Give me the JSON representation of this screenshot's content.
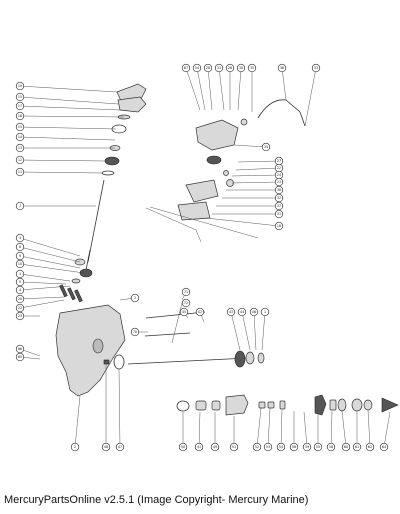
{
  "footer": {
    "text": "MercuryPartsOnline v2.5.1 (Image Copyright- Mercury Marine)"
  },
  "callouts": [
    {
      "n": "19"
    },
    {
      "n": "15"
    },
    {
      "n": "17"
    },
    {
      "n": "16"
    },
    {
      "n": "15"
    },
    {
      "n": "14"
    },
    {
      "n": "13"
    },
    {
      "n": "12"
    },
    {
      "n": "11"
    },
    {
      "n": "7"
    },
    {
      "n": "3"
    },
    {
      "n": "8"
    },
    {
      "n": "9"
    },
    {
      "n": "10"
    },
    {
      "n": "1"
    },
    {
      "n": "5"
    },
    {
      "n": "4"
    },
    {
      "n": "20"
    },
    {
      "n": "22"
    },
    {
      "n": "23"
    },
    {
      "n": "66"
    },
    {
      "n": "65"
    },
    {
      "n": "67"
    },
    {
      "n": "54"
    },
    {
      "n": "28"
    },
    {
      "n": "31"
    },
    {
      "n": "26"
    },
    {
      "n": "30"
    },
    {
      "n": "35"
    },
    {
      "n": "36"
    },
    {
      "n": "33"
    },
    {
      "n": "34"
    },
    {
      "n": "27"
    },
    {
      "n": "22"
    },
    {
      "n": "24"
    },
    {
      "n": "23"
    },
    {
      "n": "38"
    },
    {
      "n": "32"
    },
    {
      "n": "37"
    },
    {
      "n": "31"
    },
    {
      "n": "18"
    },
    {
      "n": "2"
    },
    {
      "n": "71"
    },
    {
      "n": "72"
    },
    {
      "n": "70"
    },
    {
      "n": "45"
    },
    {
      "n": "42"
    },
    {
      "n": "43"
    },
    {
      "n": "44"
    },
    {
      "n": "46"
    },
    {
      "n": "1"
    },
    {
      "n": "2"
    },
    {
      "n": "48"
    },
    {
      "n": "47"
    },
    {
      "n": "50"
    },
    {
      "n": "41"
    },
    {
      "n": "49"
    },
    {
      "n": "51"
    },
    {
      "n": "52"
    },
    {
      "n": "53"
    },
    {
      "n": "54"
    },
    {
      "n": "56"
    },
    {
      "n": "59"
    },
    {
      "n": "55"
    },
    {
      "n": "58"
    },
    {
      "n": "60"
    },
    {
      "n": "61"
    },
    {
      "n": "62"
    },
    {
      "n": "64"
    }
  ]
}
